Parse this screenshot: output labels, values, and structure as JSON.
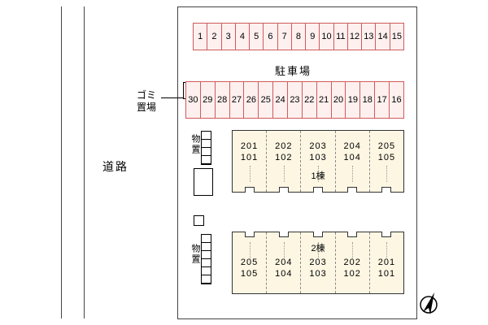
{
  "site": {
    "road_label": "道路",
    "parking_label": "駐車場",
    "garbage_label_line1": "ゴミ",
    "garbage_label_line2": "置場",
    "storage_label_top": "物置",
    "storage_label_bottom": "物置",
    "building1_label": "1棟",
    "building2_label": "2棟"
  },
  "parking": {
    "row1": [
      "1",
      "2",
      "3",
      "4",
      "5",
      "6",
      "7",
      "8",
      "9",
      "10",
      "11",
      "12",
      "13",
      "14",
      "15"
    ],
    "row2": [
      "30",
      "29",
      "28",
      "27",
      "26",
      "25",
      "24",
      "23",
      "22",
      "21",
      "20",
      "19",
      "18",
      "17",
      "16"
    ]
  },
  "buildings": {
    "b1_units": [
      {
        "upper": "201",
        "lower": "101"
      },
      {
        "upper": "202",
        "lower": "102"
      },
      {
        "upper": "203",
        "lower": "103"
      },
      {
        "upper": "204",
        "lower": "104"
      },
      {
        "upper": "205",
        "lower": "105"
      }
    ],
    "b2_units": [
      {
        "upper": "205",
        "lower": "105"
      },
      {
        "upper": "204",
        "lower": "104"
      },
      {
        "upper": "203",
        "lower": "103"
      },
      {
        "upper": "202",
        "lower": "102"
      },
      {
        "upper": "201",
        "lower": "101"
      }
    ]
  },
  "colors": {
    "stall_border": "#cf5b5b",
    "stall_fill": "#fdf0ef",
    "building_fill": "#fdf6e3"
  }
}
